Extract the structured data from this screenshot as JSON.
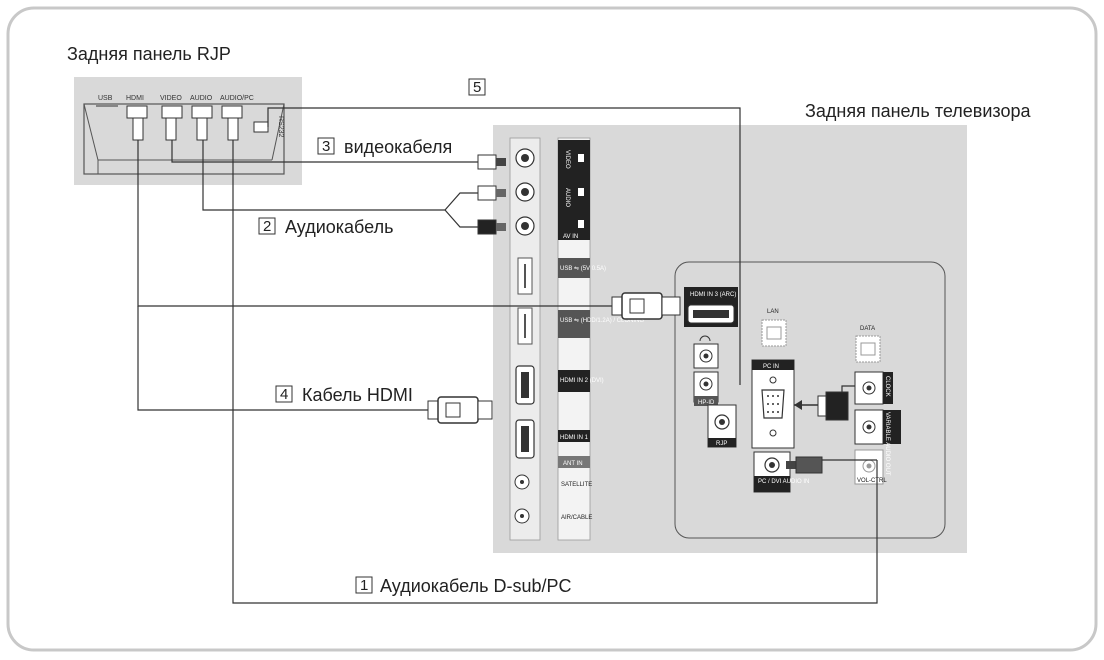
{
  "rjp_panel": {
    "title": "Задняя панель RJP",
    "ports": [
      "USB",
      "HDMI",
      "VIDEO",
      "AUDIO",
      "AUDIO/PC"
    ],
    "side_port": "RS232"
  },
  "tv_panel": {
    "title": "Задняя панель телевизора",
    "av_in": {
      "video": "VIDEO",
      "audio": "AUDIO",
      "label": "AV IN"
    },
    "usb1": "USB ⇋ (5V 0.5A)",
    "usb2": "USB ⇋ (HDD/1.2A) / CLONING",
    "hdmi2": "HDMI IN 2 (DVI)",
    "hdmi1": "HDMI IN 1",
    "ant": {
      "label": "ANT IN",
      "satellite": "SATELLITE",
      "air_cable": "AIR/CABLE"
    },
    "hdmi3": "HDMI IN 3 (ARC)",
    "headphone_icon": "headphone-icon",
    "hp_id": "HP-ID",
    "rjp": "RJP",
    "lan": "LAN",
    "pc_in": "PC IN",
    "pc_dvi_audio_in": "PC / DVI AUDIO IN",
    "data": "DATA",
    "clock": "CLOCK",
    "variable_audio_out": "VARIABLE AUDIO OUT",
    "vol_ctrl": "VOL-CTRL"
  },
  "cables": [
    {
      "number": "1",
      "label": "Аудиокабель D-sub/PC"
    },
    {
      "number": "2",
      "label": "Аудиокабель"
    },
    {
      "number": "3",
      "label": "видеокабеля"
    },
    {
      "number": "4",
      "label": "Кабель HDMI"
    },
    {
      "number": "5",
      "label": ""
    }
  ]
}
